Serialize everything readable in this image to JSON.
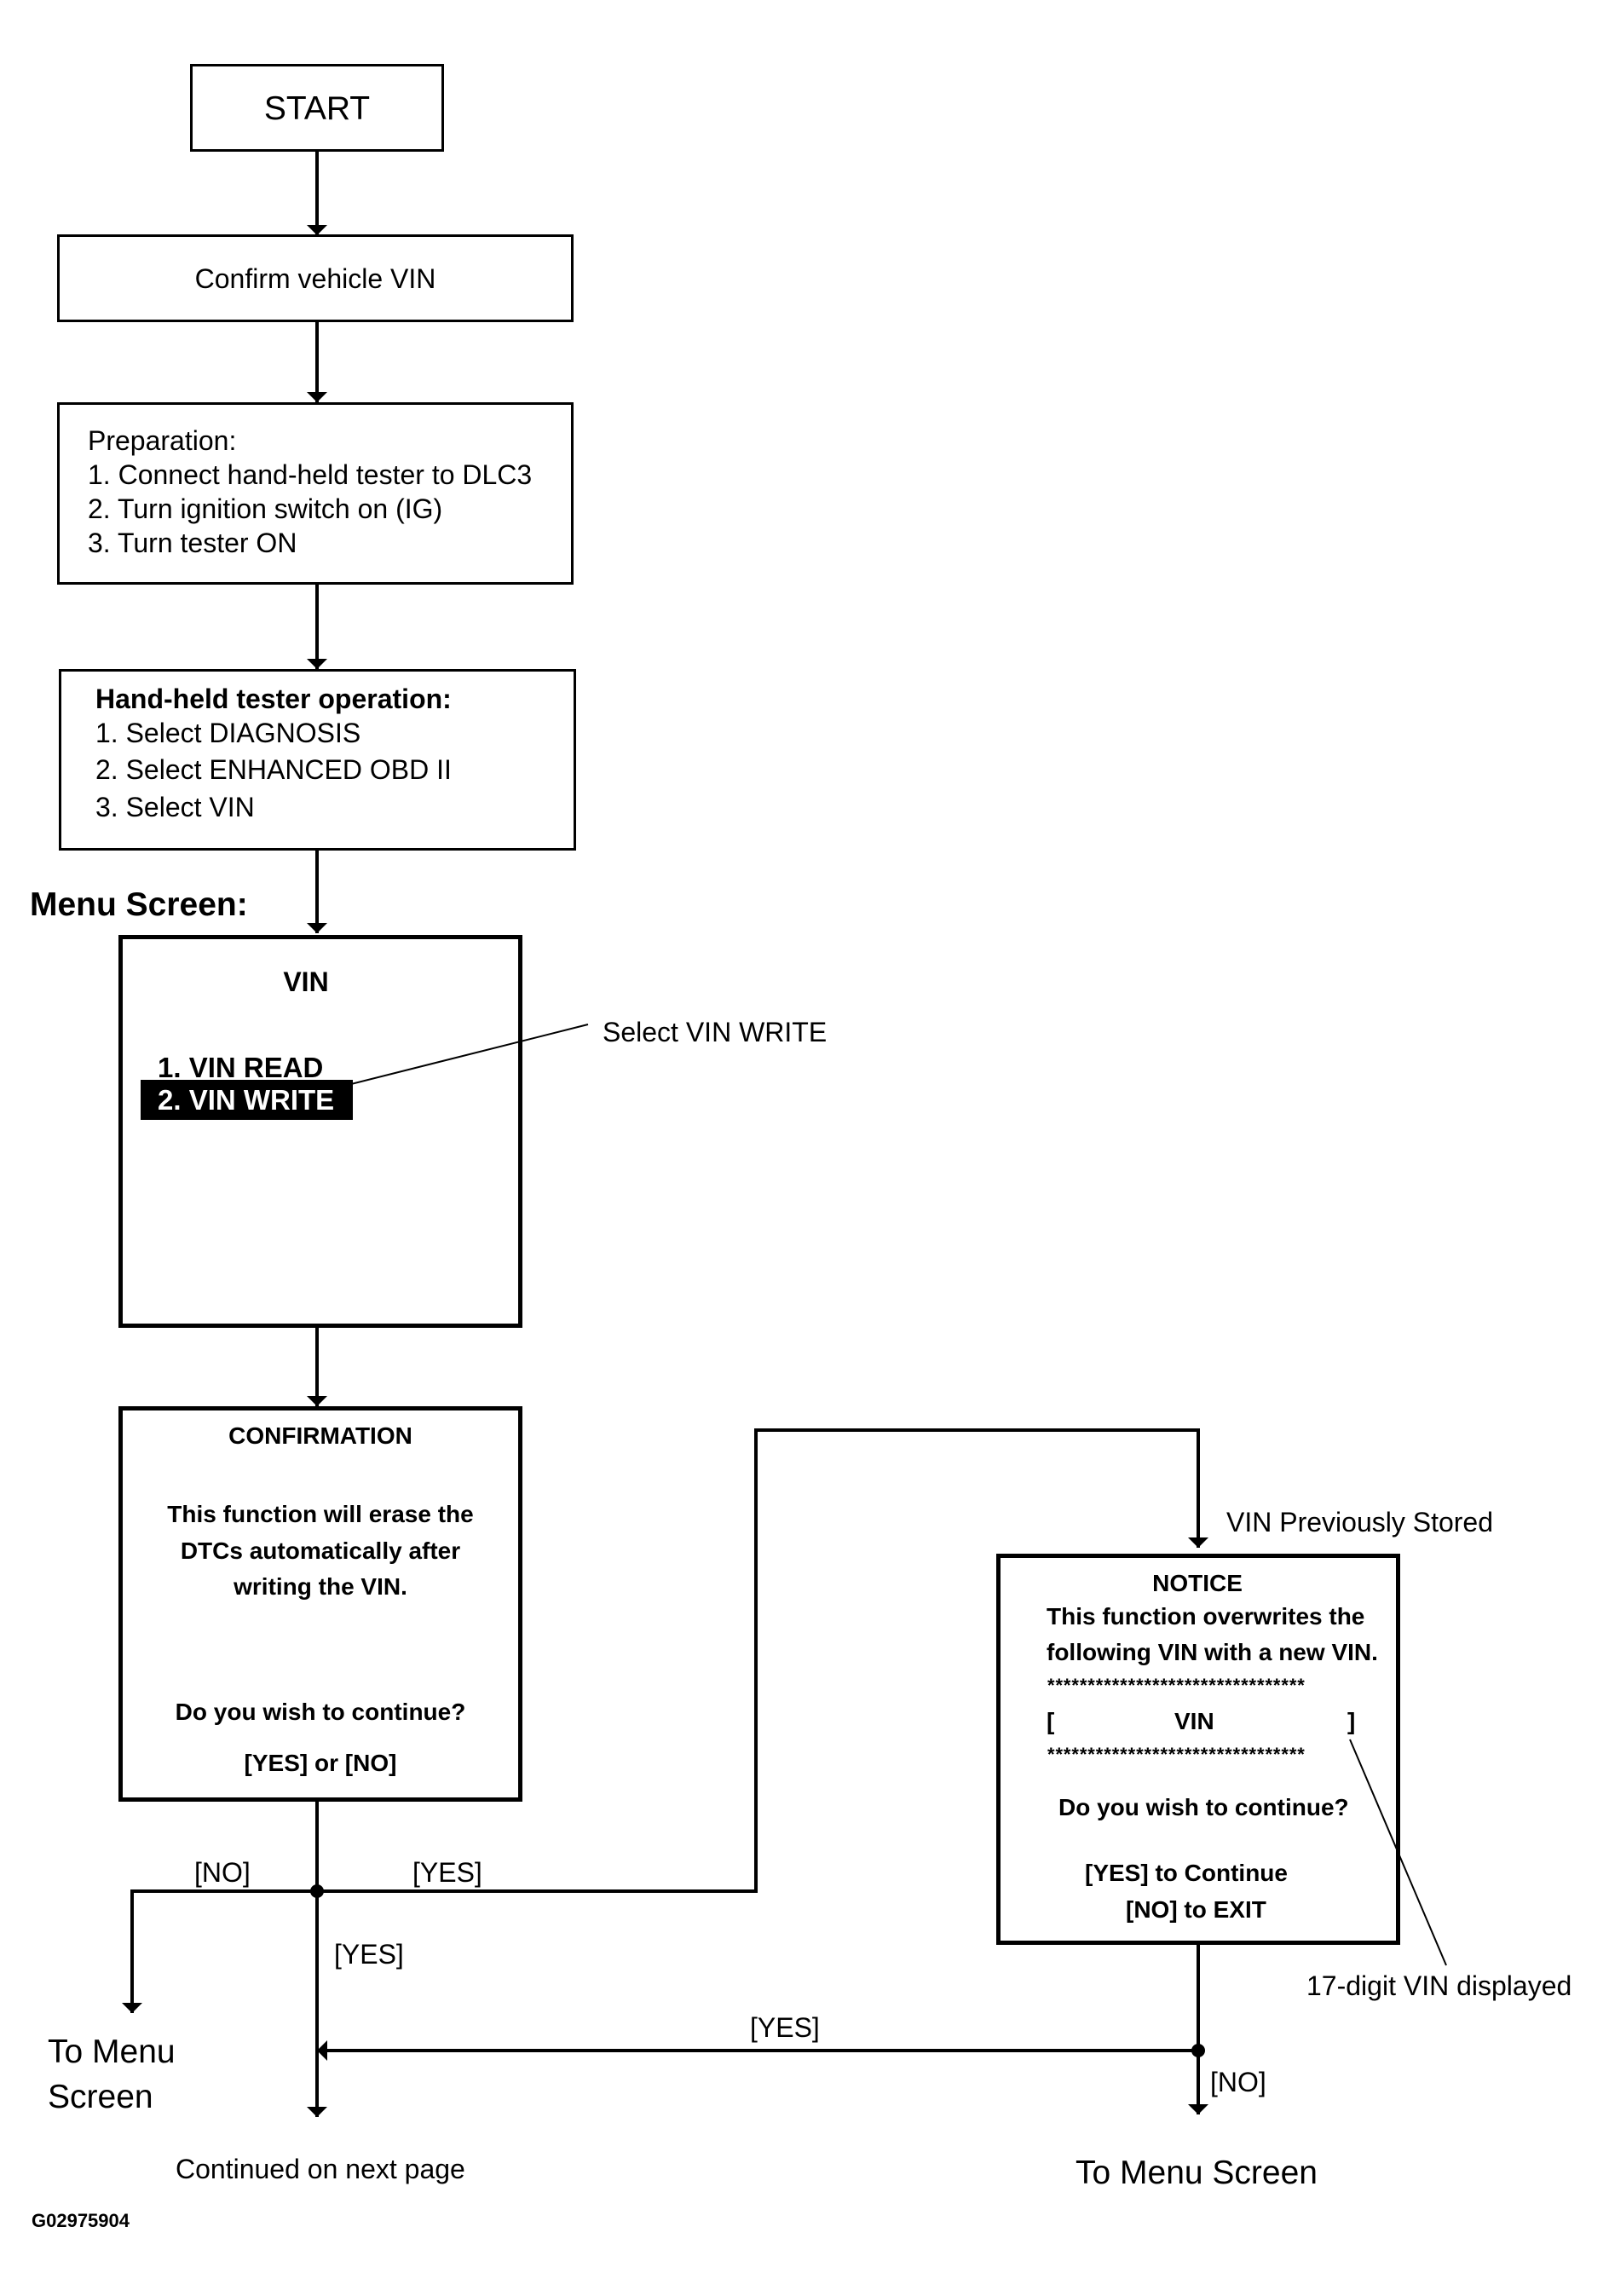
{
  "diagram": {
    "start": "START",
    "confirm_vin": "Confirm vehicle VIN",
    "preparation": {
      "title": "Preparation:",
      "steps": [
        "1. Connect hand-held tester to DLC3",
        "2. Turn ignition switch on (IG)",
        "3. Turn tester ON"
      ]
    },
    "tester_operation": {
      "title": "Hand-held tester operation:",
      "steps": [
        "1. Select DIAGNOSIS",
        "2. Select ENHANCED OBD II",
        "3. Select VIN"
      ]
    },
    "menu_screen_label": "Menu Screen:",
    "vin_menu": {
      "title": "VIN",
      "items": [
        "1. VIN READ",
        "2. VIN WRITE"
      ],
      "callout": "Select VIN WRITE"
    },
    "confirmation": {
      "title": "CONFIRMATION",
      "message": [
        "This function will erase the",
        "DTCs automatically after",
        "writing the VIN."
      ],
      "question": "Do you wish to continue?",
      "options": "[YES] or [NO]"
    },
    "notice": {
      "title": "NOTICE",
      "message": [
        "This function overwrites the",
        "following VIN with a new VIN."
      ],
      "stars": "********************************",
      "bracket_open": "[",
      "vin": "VIN",
      "bracket_close": "]",
      "question": "Do you wish to continue?",
      "yes_option": "[YES] to Continue",
      "no_option": "[NO] to EXIT",
      "callout": "17-digit VIN displayed"
    },
    "labels": {
      "vin_previously_stored": "VIN Previously Stored",
      "no_left": "[NO]",
      "yes_right": "[YES]",
      "yes_down": "[YES]",
      "yes_notice": "[YES]",
      "no_notice": "[NO]",
      "to_menu_screen_left": [
        "To Menu",
        "Screen"
      ],
      "continued": "Continued on next page",
      "to_menu_screen_right": "To Menu Screen",
      "figure_id": "G02975904"
    },
    "colors": {
      "line": "#000000",
      "background": "#ffffff"
    }
  }
}
